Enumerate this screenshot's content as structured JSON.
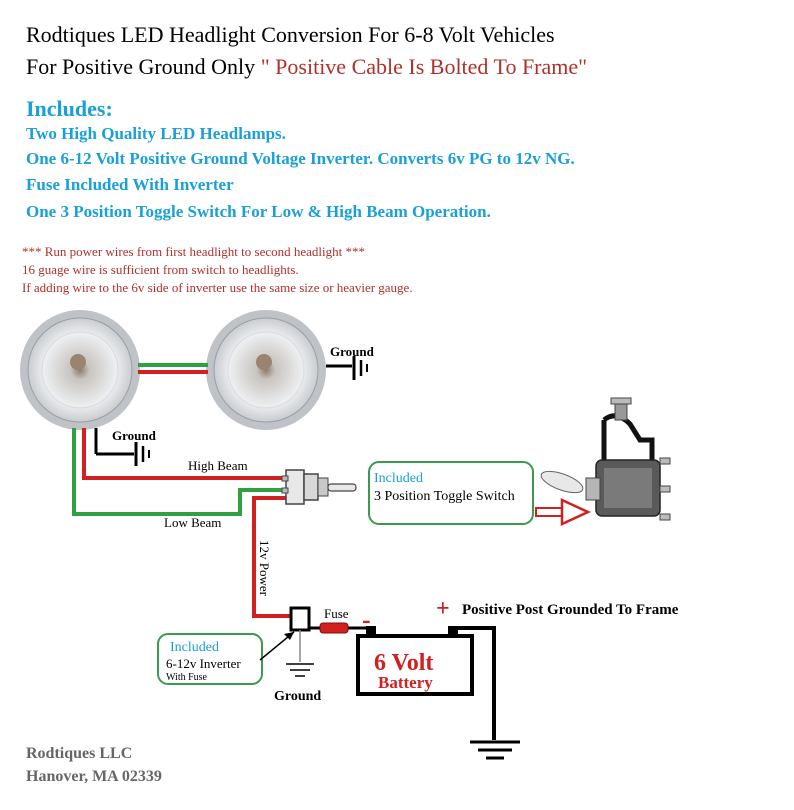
{
  "header": {
    "title_line1": "Rodtiques LED Headlight Conversion For 6-8 Volt Vehicles",
    "title_line2_prefix": "For Positive Ground Only ",
    "title_line2_highlight": "\" Positive Cable Is Bolted To Frame\""
  },
  "includes": {
    "heading": "Includes:",
    "items": [
      "Two High Quality LED Headlamps.",
      "One 6-12 Volt Positive Ground Voltage Inverter.  Converts 6v PG to 12v NG.",
      "Fuse Included With Inverter",
      "One 3  Position Toggle Switch For Low & High Beam Operation."
    ]
  },
  "notes": [
    "*** Run power wires from first headlight to second headlight ***",
    "16 guage wire is sufficient from switch to headlights.",
    "If adding wire to the 6v side of  inverter use the same size or heavier gauge."
  ],
  "diagram": {
    "ground_label_top": "Ground",
    "ground_label_left": "Ground",
    "ground_label_bottom": "Ground",
    "high_beam": "High Beam",
    "low_beam": "Low Beam",
    "power_12v": "12v Power",
    "fuse": "Fuse",
    "minus_sign": "-",
    "plus_sign": "+",
    "positive_post": "Positive Post Grounded To Frame",
    "battery_volts": "6 Volt",
    "battery_label": "Battery",
    "switch_box": {
      "included": "Included",
      "label": "3 Position Toggle Switch"
    },
    "inverter_box": {
      "included": "Included",
      "label": "6-12v Inverter",
      "sublabel": "With Fuse"
    },
    "colors": {
      "red_wire": "#d02020",
      "green_wire": "#30a040",
      "box_border": "#3a9a50",
      "label_blue": "#1aa0d8",
      "label_red": "#b0302a"
    }
  },
  "footer": {
    "company": "Rodtiques LLC",
    "location": "Hanover, MA 02339"
  }
}
